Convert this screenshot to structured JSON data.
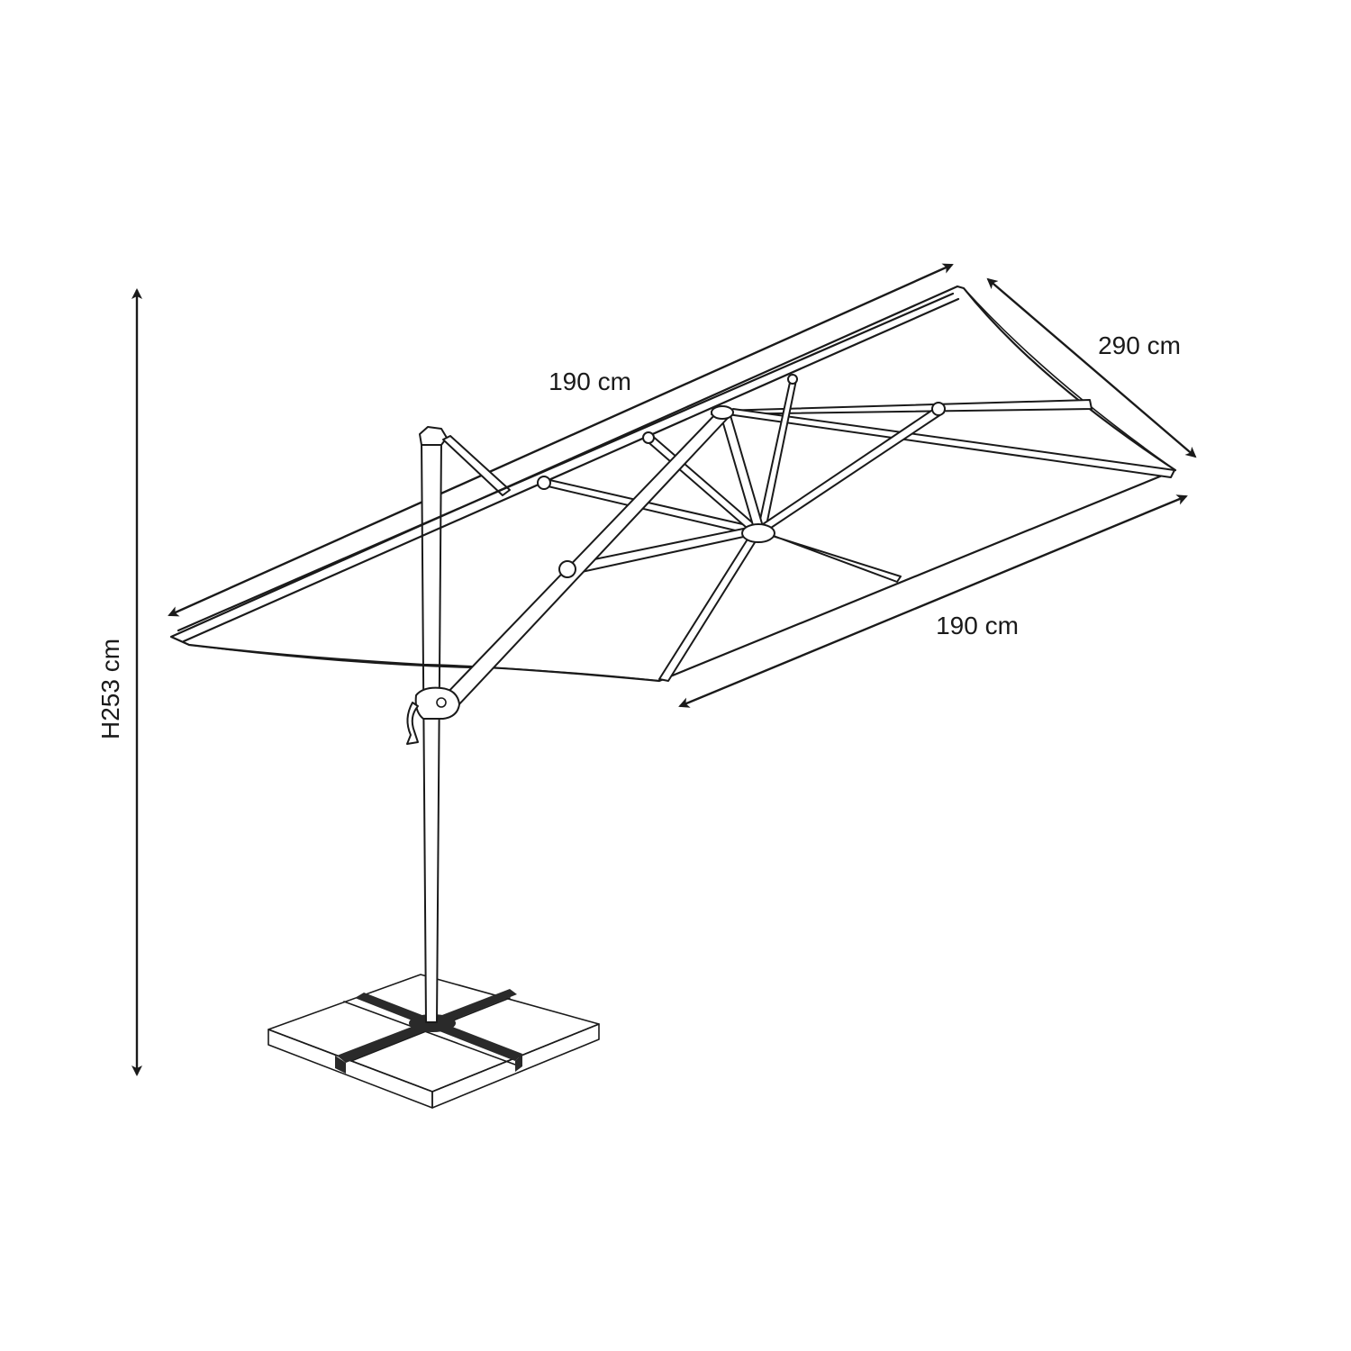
{
  "dimensions": {
    "height_label": "H253 cm",
    "top_width_label": "190 cm",
    "depth_label": "290 cm",
    "front_width_label": "190 cm"
  },
  "colors": {
    "line": "#1a1a1a",
    "background": "#ffffff",
    "strap": "#2a2a2a"
  }
}
